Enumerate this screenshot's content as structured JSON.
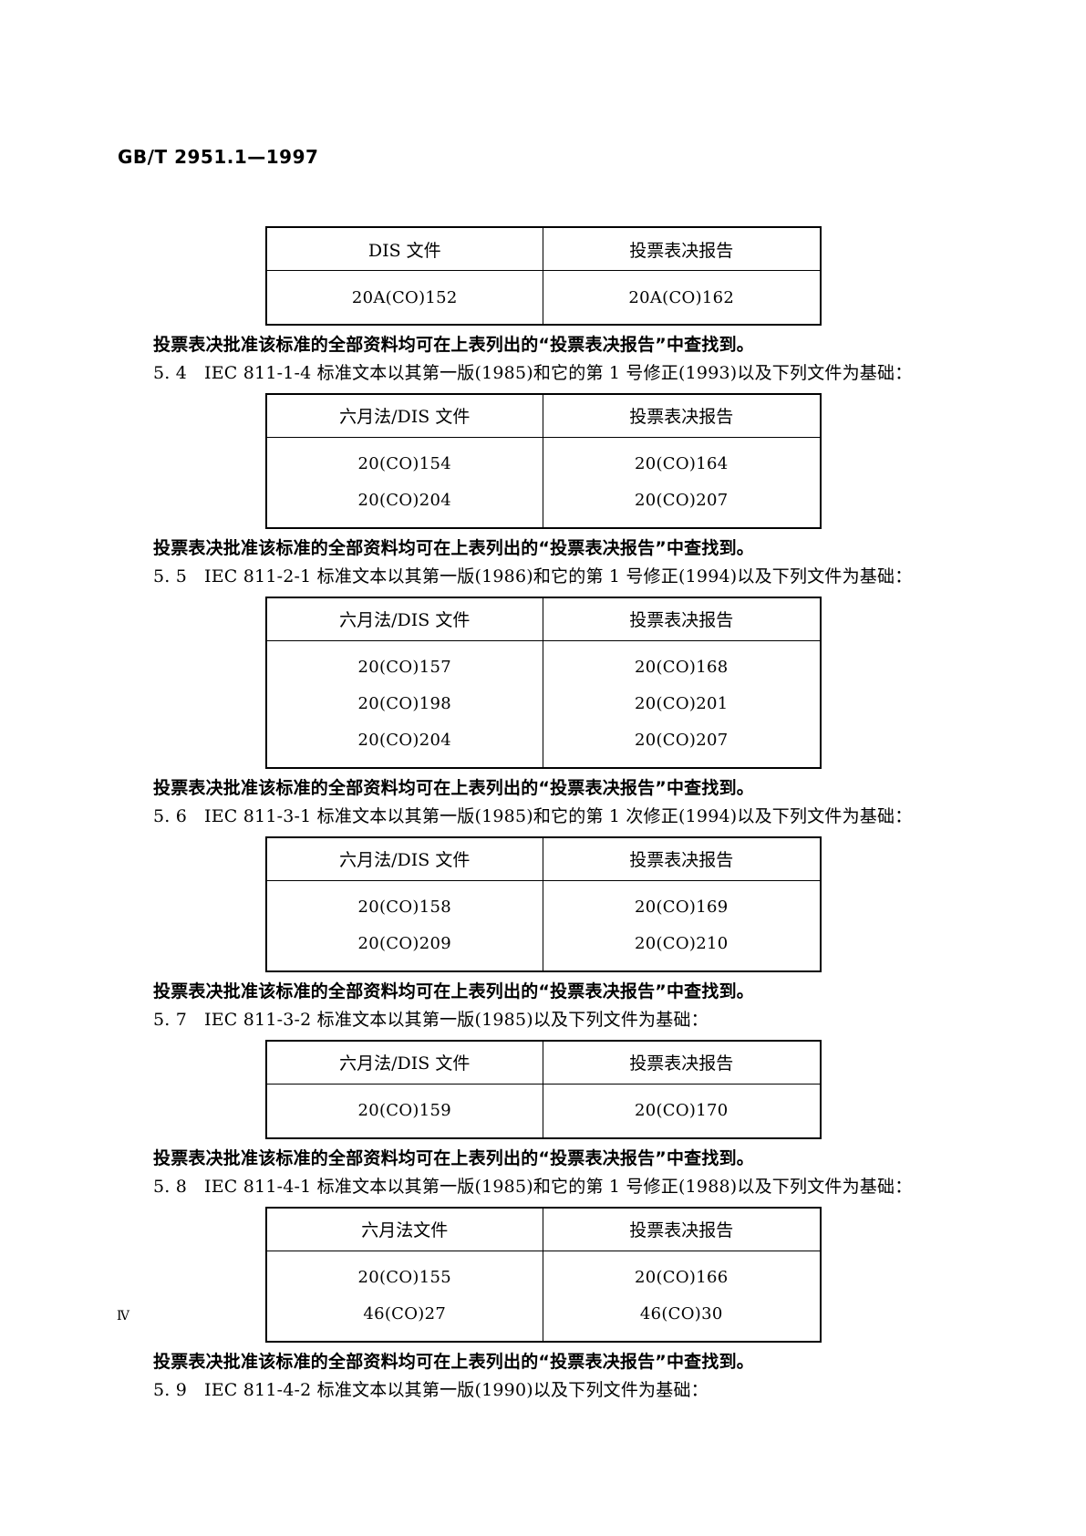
{
  "header": {
    "standard_code": "GB/T 2951.1—1997"
  },
  "footer": {
    "page_number": "Ⅳ"
  },
  "common": {
    "note_text": "投票表决批准该标准的全部资料均可在上表列出的“投票表决报告”中查找到。",
    "header_vote_report": "投票表决报告",
    "header_dis": "DIS 文件",
    "header_six_month_dis": "六月法/DIS 文件",
    "header_six_month": "六月法文件"
  },
  "table_53": {
    "columns": [
      "DIS 文件",
      "投票表决报告"
    ],
    "rows": [
      [
        "20A(CO)152",
        "20A(CO)162"
      ]
    ]
  },
  "note_53": "投票表决批准该标准的全部资料均可在上表列出的“投票表决报告”中查找到。",
  "clause_54": {
    "number": "5. 4",
    "text": "IEC 811-1-4 标准文本以其第一版(1985)和它的第 1 号修正(1993)以及下列文件为基础："
  },
  "table_54": {
    "columns": [
      "六月法/DIS 文件",
      "投票表决报告"
    ],
    "rows": [
      [
        "20(CO)154",
        "20(CO)164"
      ],
      [
        "20(CO)204",
        "20(CO)207"
      ]
    ]
  },
  "note_54": "投票表决批准该标准的全部资料均可在上表列出的“投票表决报告”中查找到。",
  "clause_55": {
    "number": "5. 5",
    "text": "IEC 811-2-1 标准文本以其第一版(1986)和它的第 1 号修正(1994)以及下列文件为基础："
  },
  "table_55": {
    "columns": [
      "六月法/DIS 文件",
      "投票表决报告"
    ],
    "rows": [
      [
        "20(CO)157",
        "20(CO)168"
      ],
      [
        "20(CO)198",
        "20(CO)201"
      ],
      [
        "20(CO)204",
        "20(CO)207"
      ]
    ]
  },
  "note_55": "投票表决批准该标准的全部资料均可在上表列出的“投票表决报告”中查找到。",
  "clause_56": {
    "number": "5. 6",
    "text": "IEC 811-3-1 标准文本以其第一版(1985)和它的第 1 次修正(1994)以及下列文件为基础："
  },
  "table_56": {
    "columns": [
      "六月法/DIS 文件",
      "投票表决报告"
    ],
    "rows": [
      [
        "20(CO)158",
        "20(CO)169"
      ],
      [
        "20(CO)209",
        "20(CO)210"
      ]
    ]
  },
  "note_56": "投票表决批准该标准的全部资料均可在上表列出的“投票表决报告”中查找到。",
  "clause_57": {
    "number": "5. 7",
    "text": "IEC 811-3-2 标准文本以其第一版(1985)以及下列文件为基础："
  },
  "table_57": {
    "columns": [
      "六月法/DIS 文件",
      "投票表决报告"
    ],
    "rows": [
      [
        "20(CO)159",
        "20(CO)170"
      ]
    ]
  },
  "note_57": "投票表决批准该标准的全部资料均可在上表列出的“投票表决报告”中查找到。",
  "clause_58": {
    "number": "5. 8",
    "text": "IEC 811-4-1 标准文本以其第一版(1985)和它的第 1 号修正(1988)以及下列文件为基础："
  },
  "table_58": {
    "columns": [
      "六月法文件",
      "投票表决报告"
    ],
    "rows": [
      [
        "20(CO)155",
        "20(CO)166"
      ],
      [
        "46(CO)27",
        "46(CO)30"
      ]
    ]
  },
  "note_58": "投票表决批准该标准的全部资料均可在上表列出的“投票表决报告”中查找到。",
  "clause_59": {
    "number": "5. 9",
    "text": "IEC 811-4-2 标准文本以其第一版(1990)以及下列文件为基础："
  }
}
